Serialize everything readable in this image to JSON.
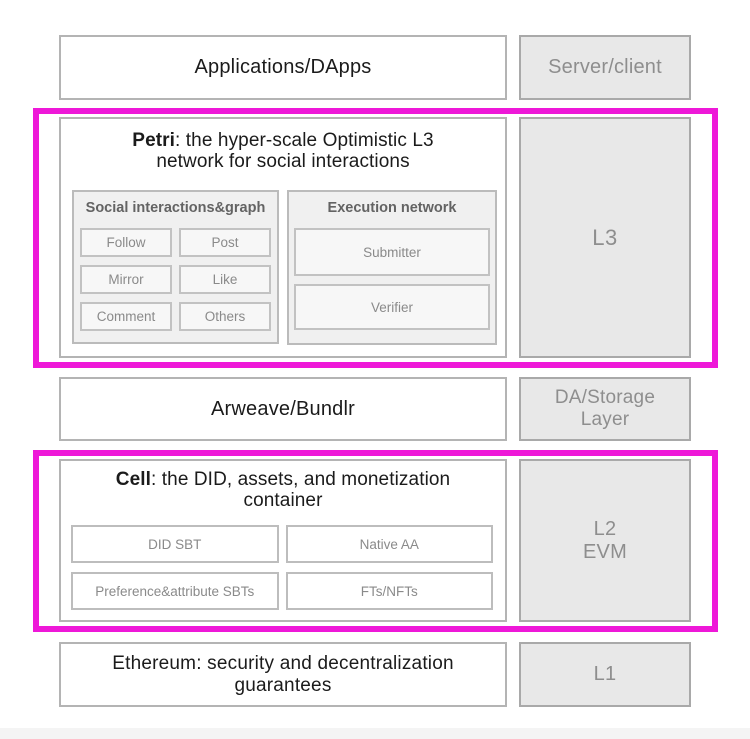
{
  "colors": {
    "highlight": "#ee18d8",
    "gray_box_fill": "#e8e8e8",
    "gray_box_text": "#8e8e8e",
    "box_border": "#b4b4b4"
  },
  "top_row": {
    "left_label": "Applications/DApps",
    "right_label": "Server/client"
  },
  "petri_block": {
    "title_bold": "Petri",
    "title_rest": ": the hyper-scale Optimistic L3",
    "title_line2": "network for social interactions",
    "layer_label": "L3",
    "social": {
      "header": "Social interactions&graph",
      "items": [
        "Follow",
        "Post",
        "Mirror",
        "Like",
        "Comment",
        "Others"
      ]
    },
    "execution": {
      "header": "Execution network",
      "items": [
        "Submitter",
        "Verifier"
      ]
    }
  },
  "storage_row": {
    "left_label": "Arweave/Bundlr",
    "right_line1": "DA/Storage",
    "right_line2": "Layer"
  },
  "cell_block": {
    "title_bold": "Cell",
    "title_rest": ": the DID, assets, and monetization",
    "title_line2": "container",
    "layer_line1": "L2",
    "layer_line2": "EVM",
    "items": [
      "DID SBT",
      "Native AA",
      "Preference&attribute SBTs",
      "FTs/NFTs"
    ]
  },
  "bottom_row": {
    "left_line1": "Ethereum: security and decentralization",
    "left_line2": "guarantees",
    "right_label": "L1"
  }
}
